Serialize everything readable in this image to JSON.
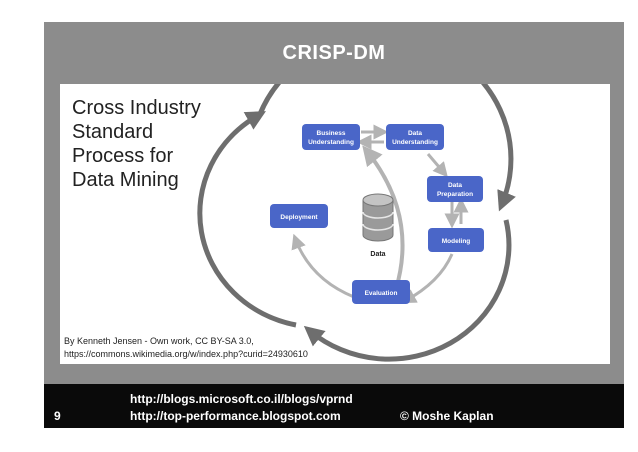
{
  "slide": {
    "title": "CRISP-DM",
    "subtitle_lines": [
      "Cross Industry",
      "Standard",
      "Process for",
      "Data Mining"
    ],
    "credit_lines": [
      "By Kenneth Jensen - Own work, CC BY-SA 3.0,",
      "https://commons.wikimedia.org/w/index.php?curid=24930610"
    ],
    "page_number": "9",
    "footer_links": [
      "http://blogs.microsoft.co.il/blogs/vprnd",
      "http://top-performance.blogspot.com"
    ],
    "copyright": "© Moshe Kaplan"
  },
  "diagram": {
    "nodes": {
      "business_understanding": [
        "Business",
        "Understanding"
      ],
      "data_understanding": [
        "Data",
        "Understanding"
      ],
      "data_preparation": [
        "Data",
        "Preparation"
      ],
      "modeling": [
        "Modeling"
      ],
      "evaluation": [
        "Evaluation"
      ],
      "deployment": [
        "Deployment"
      ],
      "data": "Data"
    },
    "colors": {
      "node_fill": "#4a66c8",
      "node_text": "#ffffff",
      "arrow": "#b3b3b3",
      "outer_cycle": "#6e6e6e",
      "database": "#9a9a9a"
    }
  }
}
